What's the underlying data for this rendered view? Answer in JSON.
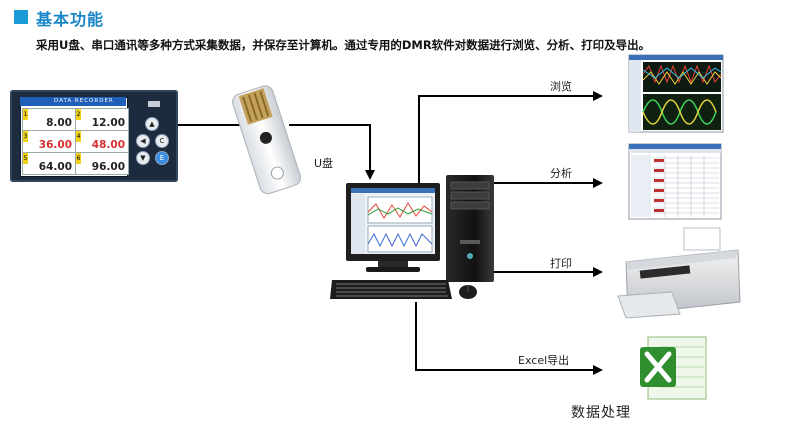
{
  "title": "基本功能",
  "subtitle": "采用U盘、串口通讯等多种方式采集数据，并保存至计算机。通过专用的DMR软件对数据进行浏览、分析、打印及导出。",
  "usb_label": "U盘",
  "branches": {
    "browse": "浏览",
    "analyze": "分析",
    "print": "打印",
    "excel": "Excel导出"
  },
  "caption": "数据处理",
  "recorder": {
    "bar_text": "DATA RECORDER",
    "readings": [
      {
        "num": "1",
        "value": "8.00",
        "color": "normal"
      },
      {
        "num": "2",
        "value": "12.00",
        "color": "normal"
      },
      {
        "num": "3",
        "value": "36.00",
        "color": "red"
      },
      {
        "num": "4",
        "value": "48.00",
        "color": "red"
      },
      {
        "num": "5",
        "value": "64.00",
        "color": "normal"
      },
      {
        "num": "6",
        "value": "96.00",
        "color": "normal"
      }
    ],
    "buttons": [
      "▲",
      "◀",
      "C",
      "▼",
      "E"
    ]
  },
  "colors": {
    "accent": "#1a9ad6",
    "arrow": "#000000",
    "red_value": "#d83030"
  }
}
